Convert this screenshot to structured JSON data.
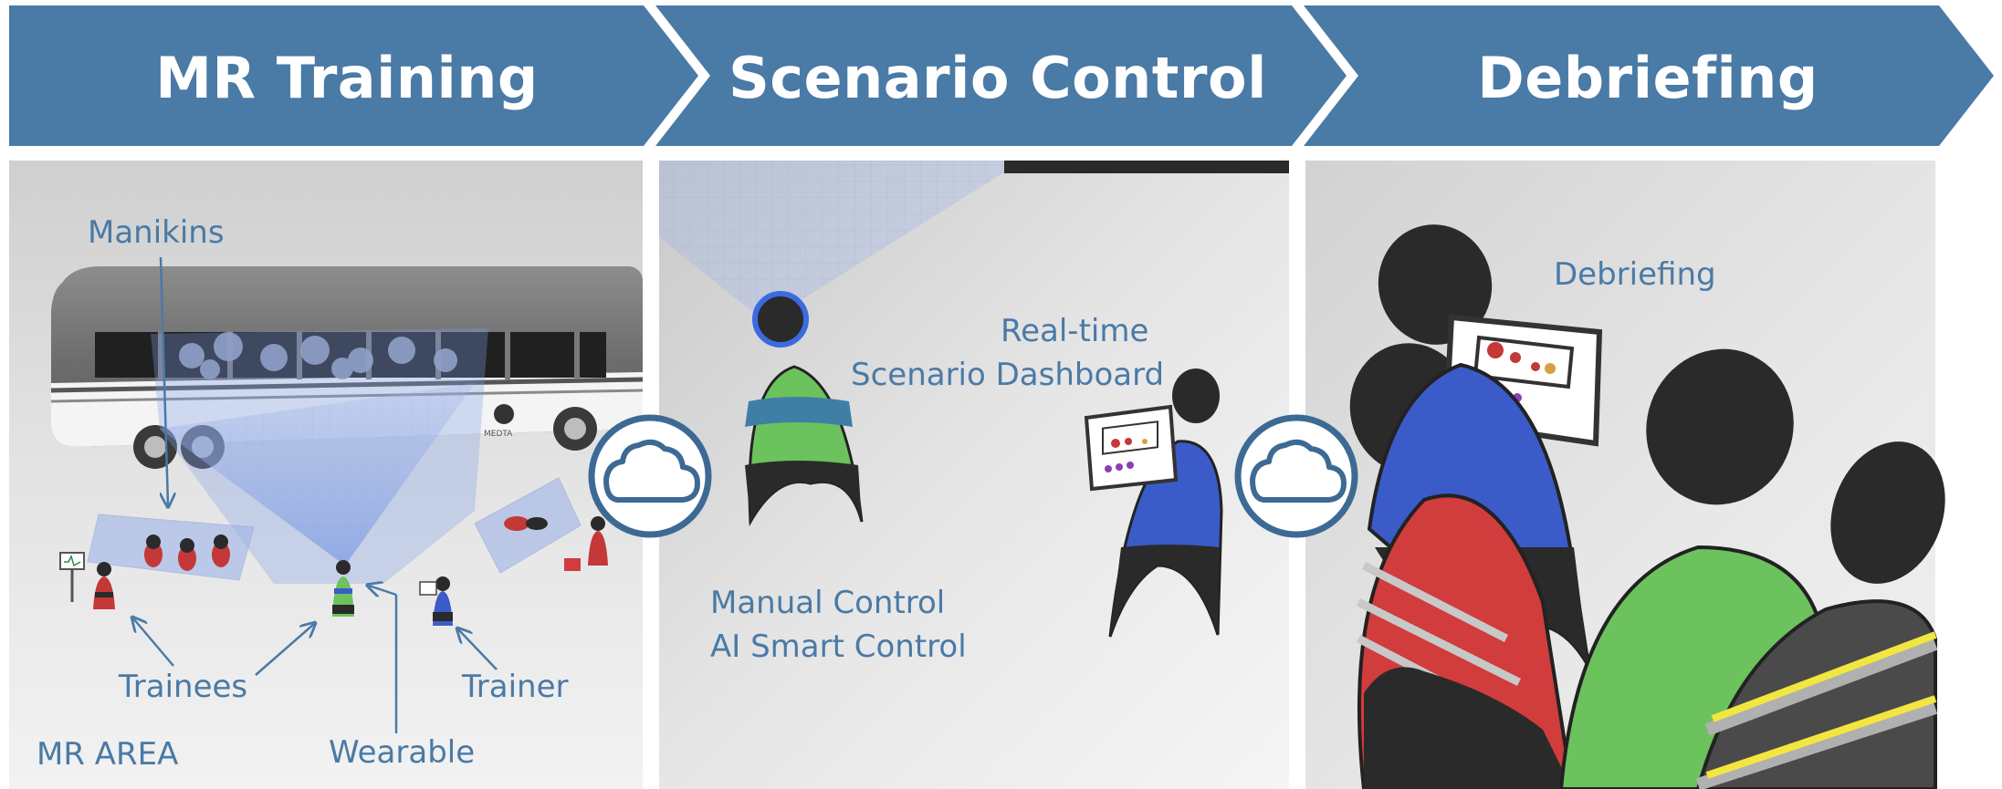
{
  "steps": [
    {
      "title": "MR Training"
    },
    {
      "title": "Scenario Control"
    },
    {
      "title": "Debriefing"
    }
  ],
  "panel1": {
    "manikins": "Manikins",
    "trainees": "Trainees",
    "wearable": "Wearable",
    "trainer": "Trainer",
    "area": "MR AREA",
    "bus_logo": "MEDTA"
  },
  "panel2": {
    "dashboard_line1": "Real-time",
    "dashboard_line2": "Scenario Dashboard",
    "control_line1": "Manual Control",
    "control_line2": "AI Smart Control"
  },
  "panel3": {
    "debriefing": "Debriefing"
  },
  "colors": {
    "header_blue": "#4a7aa6",
    "text_blue": "#4a7aa6",
    "trainee_red": "#d13c3c",
    "trainee_green": "#6cc25c",
    "trainer_blue": "#3b5bc8",
    "cloud_blue": "#3d6a94"
  },
  "icons": [
    "cloud-icon",
    "tablet-dashboard-icon",
    "bus-illustration",
    "person-figure"
  ]
}
